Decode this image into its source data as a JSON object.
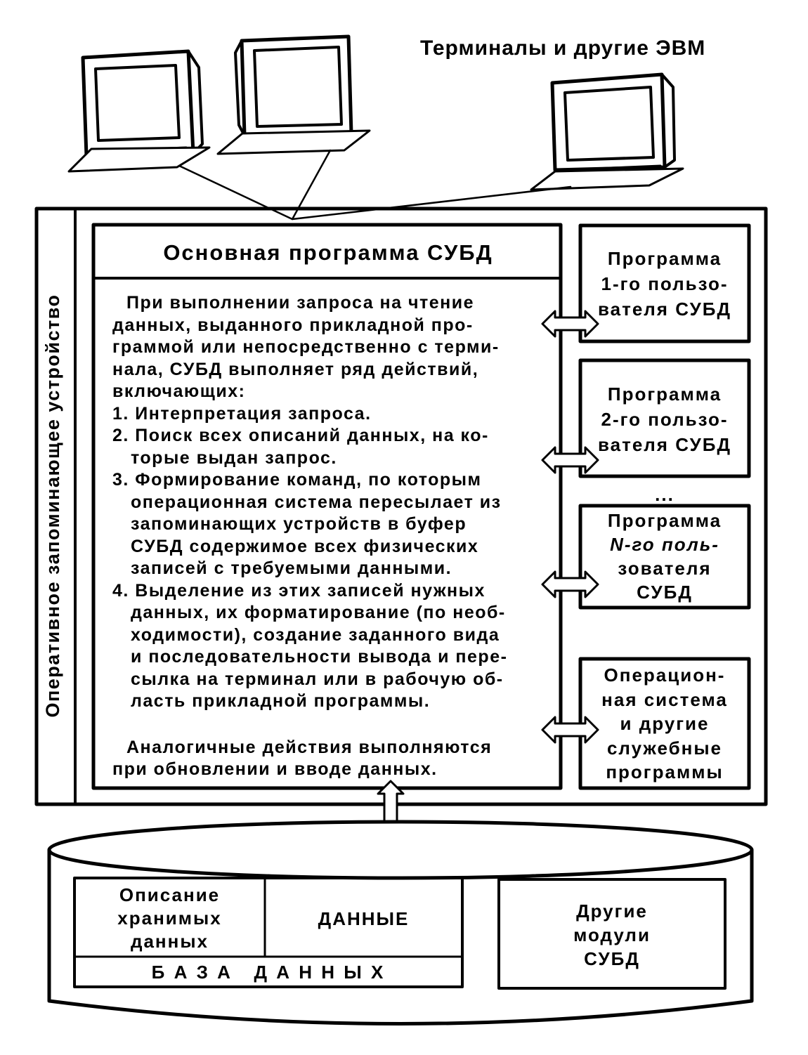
{
  "diagram": {
    "terminals_title": "Терминалы и другие ЭВМ",
    "ram_label": "Оперативное запоминающее устройство",
    "main_program": {
      "title": "Основная программа СУБД",
      "lines": [
        "При выполнении запроса на чтение",
        "данных, выданного прикладной про-",
        "граммой или непосредственно с терми-",
        "нала, СУБД выполняет ряд действий,",
        "включающих:",
        "1. Интерпретация запроса.",
        "2. Поиск всех описаний данных, на ко-",
        "торые выдан запрос.",
        "3. Формирование команд, по которым",
        "операционная система пересылает из",
        "запоминающих устройств в буфер",
        "СУБД содержимое всех физических",
        "записей с требуемыми данными.",
        "4. Выделение из этих записей нужных",
        "данных, их форматирование (по необ-",
        "ходимости), создание заданного вида",
        "и последовательности вывода и пере-",
        "сылка на терминал или в рабочую об-",
        "ласть прикладной программы."
      ],
      "footer_lines": [
        "Аналогичные действия выполняются",
        "при обновлении и вводе данных."
      ]
    },
    "user_programs": [
      [
        "Программа",
        "1-го пользо-",
        "вателя СУБД"
      ],
      [
        "Программа",
        "2-го пользо-",
        "вателя СУБД"
      ],
      [
        "Программа",
        "N-го поль-",
        "зователя",
        "СУБД"
      ]
    ],
    "ellipsis": "...",
    "os_box": [
      "Операцион-",
      "ная система",
      "и другие",
      "служебные",
      "программы"
    ],
    "database": {
      "stored_description": [
        "Описание",
        "хранимых",
        "данных"
      ],
      "data_label": "ДАННЫЕ",
      "db_label": "Б А З А   Д А Н Н Ы Х",
      "other_modules": [
        "Другие",
        "модули",
        "СУБД"
      ]
    }
  }
}
